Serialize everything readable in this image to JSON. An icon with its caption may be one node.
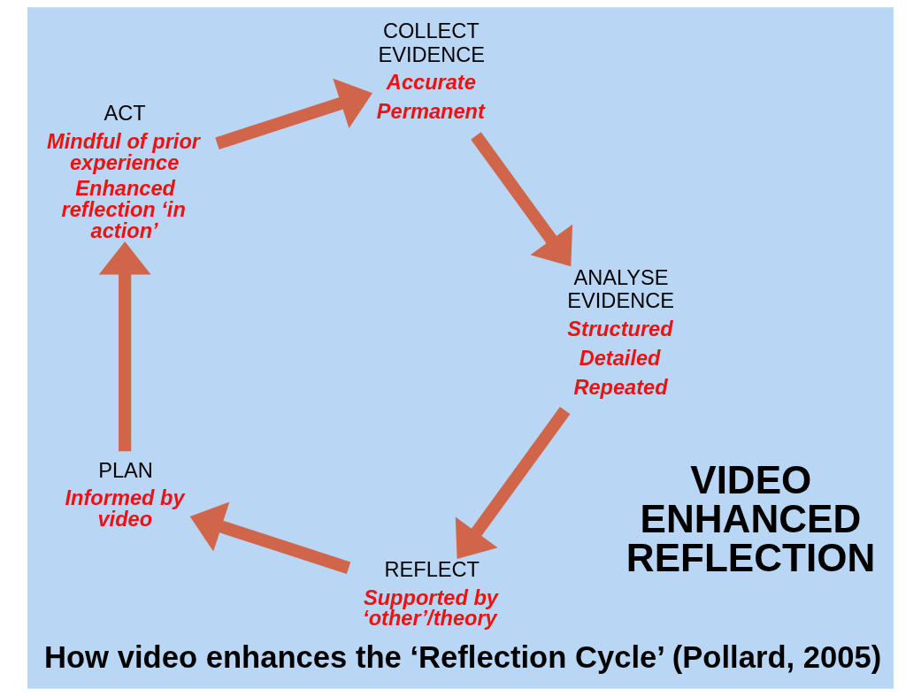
{
  "diagram": {
    "caption": "How video enhances the ‘Reflection Cycle’ (Pollard, 2005)",
    "nodes": [
      {
        "text": [
          "REFLECT",
          "Supported by ‘other’/theory"
        ]
      },
      {
        "text": [
          "PLAN",
          "Informed by video"
        ]
      },
      {
        "text": [
          "ACT",
          "Mindful of prior experience",
          "Enhanced reflection ‘in action’"
        ]
      },
      {
        "text": [
          "COLLECT EVIDENCE",
          "Accurate",
          "Permanent"
        ]
      },
      {
        "text": [
          "ANALYSE EVIDENCE",
          "Structured",
          "Detailed",
          "Repeated"
        ]
      }
    ],
    "edges": [
      {
        "from": 0,
        "to": 1,
        "arrow": "to"
      },
      {
        "from": 1,
        "to": 2,
        "arrow": "to"
      },
      {
        "from": 2,
        "to": 3,
        "arrow": "to"
      },
      {
        "from": 3,
        "to": 4,
        "arrow": "to"
      },
      {
        "from": 4,
        "to": 0,
        "arrow": "to"
      }
    ],
    "labels": [
      "VIDEO ENHANCED REFLECTION"
    ]
  }
}
